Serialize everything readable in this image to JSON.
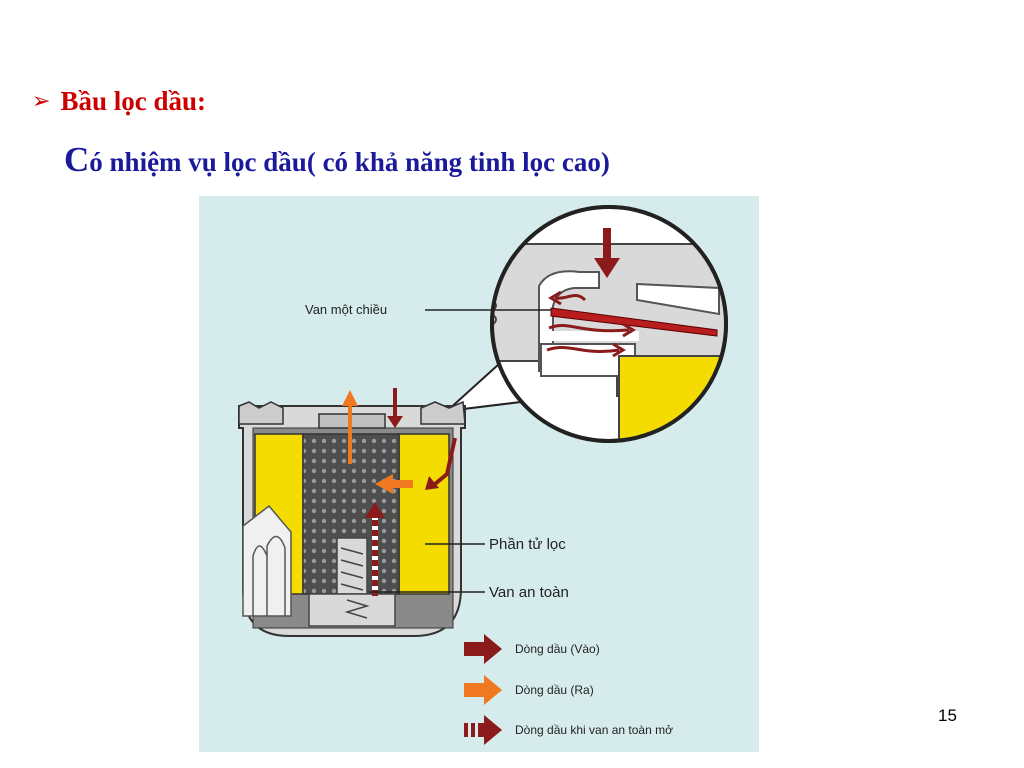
{
  "slide": {
    "heading": "Bầu lọc dầu:",
    "subline_first_letter": "C",
    "subline_rest": "ó nhiệm vụ lọc dầu( có khả năng tinh lọc cao)",
    "page_number": "15"
  },
  "diagram": {
    "labels": {
      "check_valve": "Van một chiều",
      "filter_element": "Phần tử lọc",
      "safety_valve": "Van an toàn"
    },
    "legend": [
      {
        "label": "Dòng dầu (Vào)",
        "color": "#8b1a1a"
      },
      {
        "label": "Dòng dầu (Ra)",
        "color": "#f07820"
      },
      {
        "label": "Dòng dầu khi van an toàn mở",
        "color": "#8b1a1a"
      }
    ],
    "colors": {
      "background": "#d6ecec",
      "element": "#f5dc00",
      "housing": "#d9d9d9",
      "core": "#5a5a5a"
    }
  }
}
